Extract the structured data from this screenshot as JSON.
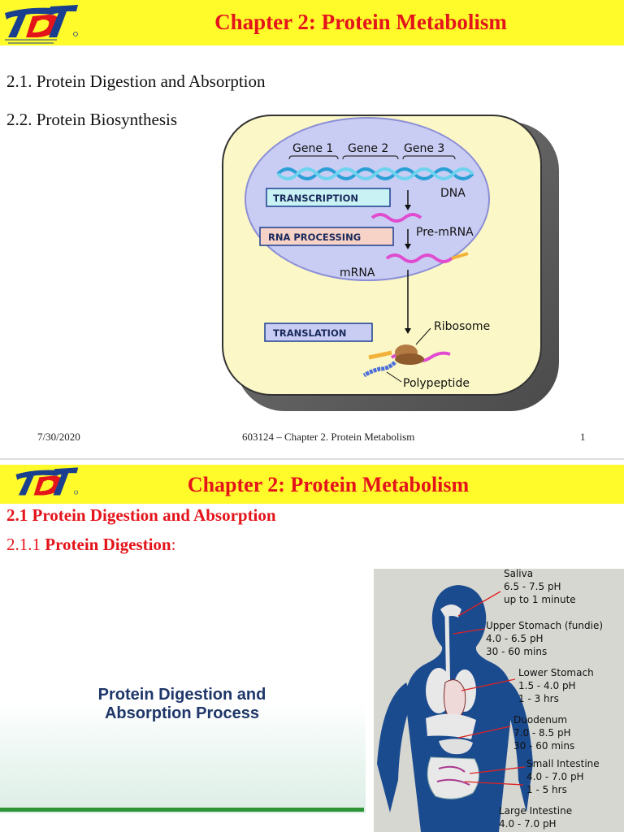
{
  "slide1": {
    "title": "Chapter 2: Protein Metabolism",
    "items": [
      "2.1. Protein Digestion and Absorption",
      "2.2. Protein Biosynthesis"
    ],
    "diagram": {
      "genes": [
        "Gene 1",
        "Gene 2",
        "Gene 3"
      ],
      "steps": [
        "TRANSCRIPTION",
        "RNA PROCESSING",
        "TRANSLATION"
      ],
      "labels": {
        "dna": "DNA",
        "pre_mrna": "Pre-mRNA",
        "mrna": "mRNA",
        "ribosome": "Ribosome",
        "polypeptide": "Polypeptide"
      }
    },
    "footer": {
      "date": "7/30/2020",
      "course": "603124 – Chapter 2. Protein Metabolism",
      "page": "1"
    }
  },
  "slide2": {
    "title": "Chapter 2: Protein Metabolism",
    "heading": "2.1 Protein Digestion and Absorption",
    "subheading_number": "2.1.1",
    "subheading_text": "Protein Digestion",
    "subheading_suffix": ":",
    "video_title_line1": "Protein Digestion and",
    "video_title_line2": "Absorption Process",
    "organs": [
      {
        "name": "Saliva",
        "ph": "6.5 - 7.5 pH",
        "time": "up to 1 minute"
      },
      {
        "name": "Upper Stomach (fundie)",
        "ph": "4.0 - 6.5 pH",
        "time": "30 - 60 mins"
      },
      {
        "name": "Lower Stomach",
        "ph": "1.5 - 4.0 pH",
        "time": "1 - 3 hrs"
      },
      {
        "name": "Duodenum",
        "ph": "7.0 - 8.5 pH",
        "time": "30 - 60 mins"
      },
      {
        "name": "Small Intestine",
        "ph": "4.0 - 7.0 pH",
        "time": "1 - 5 hrs"
      },
      {
        "name": "Large Intestine",
        "ph": "4.0 - 7.0 pH",
        "time": ""
      }
    ]
  },
  "colors": {
    "title_red": "#e4141b",
    "title_bar_yellow": "#fffa2a",
    "logo_blue": "#1a3f8f",
    "logo_red": "#e4141b"
  }
}
